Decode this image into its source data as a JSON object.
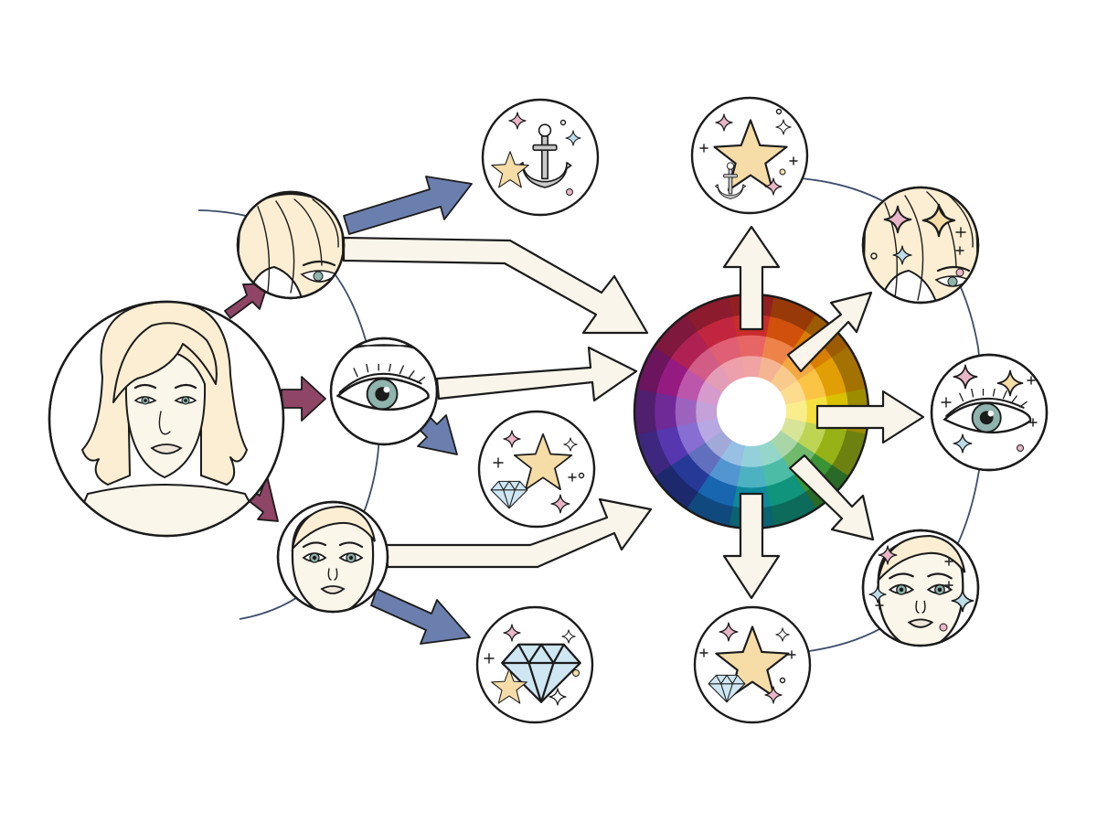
{
  "diagram": {
    "source": {
      "name": "full-portrait"
    },
    "features": [
      {
        "name": "hair-feature"
      },
      {
        "name": "eye-feature"
      },
      {
        "name": "face-feature"
      }
    ],
    "characteristics": [
      {
        "name": "anchor-characteristic"
      },
      {
        "name": "star-diamond-characteristic"
      },
      {
        "name": "diamond-characteristic"
      }
    ],
    "hub": {
      "name": "color-wheel"
    },
    "outputs": [
      {
        "name": "star-anchor-output"
      },
      {
        "name": "sparkle-hair-output"
      },
      {
        "name": "sparkle-eye-output"
      },
      {
        "name": "sparkle-face-output"
      },
      {
        "name": "star-diamond-output"
      }
    ],
    "colors": {
      "hair": "#fbeed2",
      "skin": "#fbf6ea",
      "iris": "#8fb3ad",
      "arrow_cream": "#f9f5ea",
      "arrow_blue": "#6b7fae",
      "arrow_plum": "#8e4566",
      "arc": "#3d4c6b",
      "star": "#f6dca6",
      "diamond": "#cfe6f3",
      "sparkle_pink": "#e9b6c7",
      "sparkle_blue": "#bcdcea"
    },
    "wheel": {
      "hues": [
        "#e03131",
        "#e8590c",
        "#f08c00",
        "#fab005",
        "#f2d600",
        "#a8c61a",
        "#40a33b",
        "#12a58a",
        "#1098ad",
        "#1971c2",
        "#2b3fa8",
        "#5f3dc4",
        "#7b2fa8",
        "#a61e8f",
        "#c2255c",
        "#d62a45"
      ],
      "rings": 4
    }
  }
}
